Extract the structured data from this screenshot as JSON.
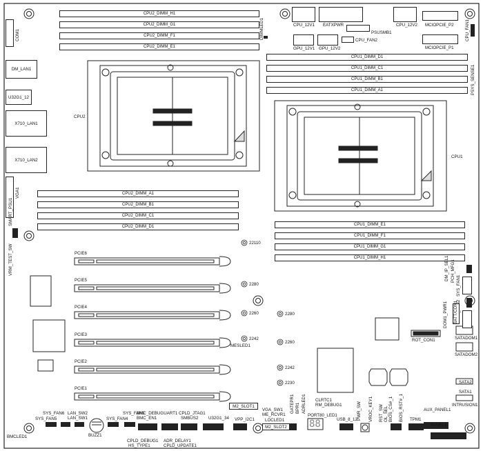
{
  "dimm_slots": {
    "cpu2_top": [
      "CPU2_DIMM_H1",
      "CPU2_DIMM_G1",
      "CPU2_DIMM_F1",
      "CPU2_DIMM_E1"
    ],
    "cpu2_bottom": [
      "CPU2_DIMM_A1",
      "CPU2_DIMM_B1",
      "CPU2_DIMM_C1",
      "CPU2_DIMM_D1"
    ],
    "cpu1_top": [
      "CPU1_DIMM_D1",
      "CPU1_DIMM_C1",
      "CPU1_DIMM_B1",
      "CPU1_DIMM_A1"
    ],
    "cpu1_bottom": [
      "CPU1_DIMM_E1",
      "CPU1_DIMM_F1",
      "CPU1_DIMM_G1",
      "CPU1_DIMM_H1"
    ]
  },
  "pcie_slots": [
    "PCIE6",
    "PCIE5",
    "PCIE4",
    "PCIE3",
    "PCIE2",
    "PCIE1"
  ],
  "cpus": {
    "cpu1": "CPU1",
    "cpu2": "CPU2"
  },
  "left_ports": {
    "dm_lan": "DM_LAN1",
    "usb": "U32G1_12",
    "lan1": "X710_LAN1",
    "lan2": "X710_LAN2",
    "com": "COM1",
    "vga": "VGA1",
    "smart_psu": "SMART_PSU1",
    "vrm_test": "VRM_TEST_SW"
  },
  "top_power": {
    "cpu_12v1": "CPU_12V1",
    "eatxpwr": "EATXPWR",
    "cpu_12v2": "CPU_12V2",
    "gpu_12v1": "GPU_12V1",
    "gpu_12v2": "GPU_12V2",
    "psusmb": "PSUSMB1",
    "cpu_fan2": "CPU_FAN2",
    "mcio_p2": "MCIOPCIE_P2",
    "mcio_p1": "MCIOPCIE_P1",
    "cpu_fan1": "CPU_FAN1",
    "psys_sense": "PSYS_SENSE1",
    "dimmled": "DIMMLED1"
  },
  "standoffs": [
    "22110",
    "2280",
    "2260",
    "2242",
    "2280",
    "2260",
    "2242",
    "2230"
  ],
  "right_side": {
    "dm_ip_sel": "DM_IP_SEL1",
    "pch_mfg": "PCH_MFG1",
    "sys_fan1": "SYS_FAN1",
    "sys_fan2": "SYS_FAN2",
    "dom1_pwr": "DOM1_PWR1",
    "batt": "BATT/CON1",
    "satadom1": "SATADOM1",
    "satadom2": "SATADOM2",
    "sata2": "SATA2",
    "sata1": "SATA1",
    "intrusion": "INTRUSION1",
    "rot_con": "ROT_CON1",
    "mesled": "MESLED1"
  },
  "bottom": {
    "bmcled": "BMCLED1",
    "sys_fan6": "SYS_FAN6",
    "sys_fan5": "SYS_FAN5",
    "lan_sw2": "LAN_SW2",
    "lan_sw1": "LAN_SW1",
    "buzz": "BUZZ1",
    "sys_fan4": "SYS_FAN4",
    "sys_fan3": "SYS_FAN3",
    "bmc_debuguart": "BMC_DEBUGUART1",
    "bmc_en": "BMC_EN1",
    "cpld_jtag": "CPLD_JTAG1",
    "smbus": "SMBUS2",
    "u32g1_34": "U32G1_34",
    "vpp_i2c": "VPP_I2C1",
    "m2_slot1": "M2_SLOT1",
    "m2_slot2": "M2_SLOT2",
    "vga_sw": "VGA_SW1",
    "me_rcvr": "ME_RCVR1",
    "locled": "LOCLED1",
    "gatepr": "GATEPR1",
    "bpr": "BPR1",
    "adrled": "ADRLED1",
    "clrtc": "CLRTC1",
    "rm_debug": "RM_DEBUG1",
    "port80": "PORT80_LED1",
    "usb_8_12": "USB_8_12",
    "pwr_sw": "PWR_SW",
    "vroc_key": "VROC_KEY1",
    "rst_sw": "RST_SW",
    "ol_sel": "OL_SEL",
    "bios_cs": "BIOS_CS#_1",
    "bios_rst": "BIOS_RST#_1",
    "tpm": "TPM1",
    "aux_panel": "AUX_PANEL1",
    "panel": "PANEL1",
    "cpld_debug": "CPLD_DEBUG1",
    "hs_type": "HS_TYPE1",
    "adr_delay": "ADR_DELAY1",
    "cpld_update": "CPLD_UPDATE1"
  },
  "port80_display": "88"
}
